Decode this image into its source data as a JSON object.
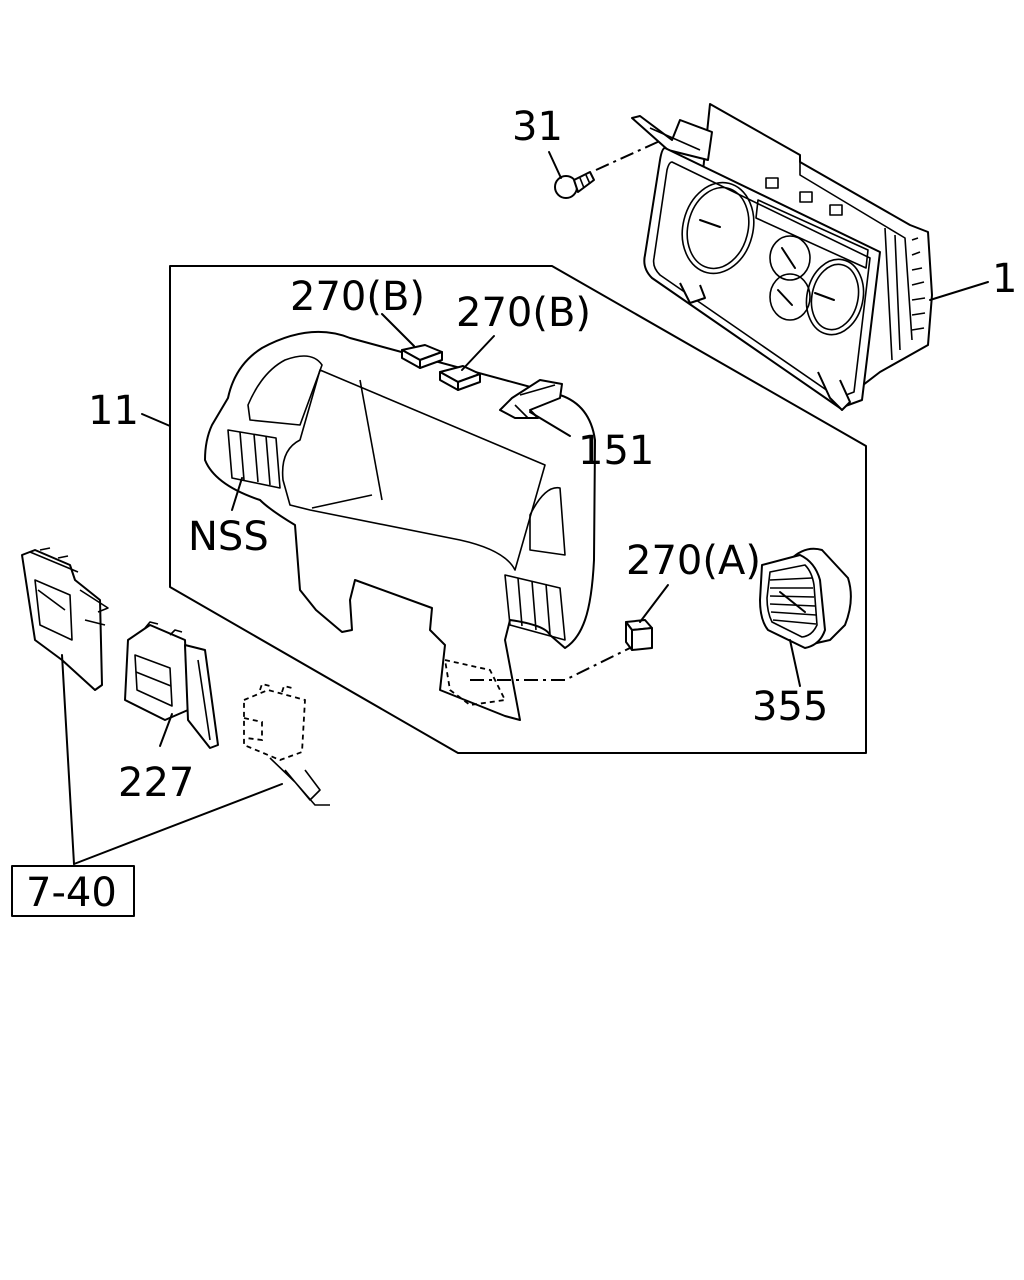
{
  "callouts": {
    "p31": "31",
    "p1": "1",
    "p11": "11",
    "p270b_1": "270(B)",
    "p270b_2": "270(B)",
    "p151": "151",
    "pnss": "NSS",
    "p270a": "270(A)",
    "p355": "355",
    "p227": "227",
    "ref": "7-40"
  }
}
